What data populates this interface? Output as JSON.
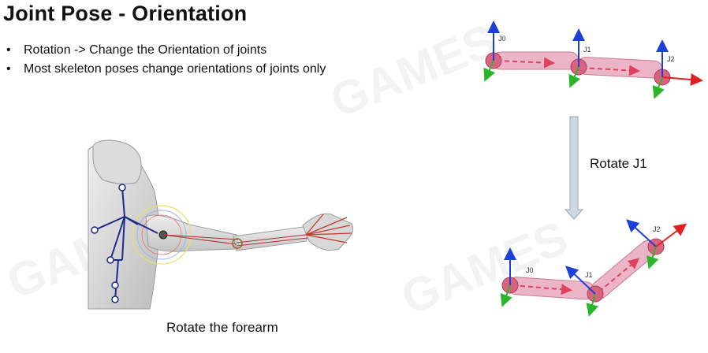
{
  "slide": {
    "title": "Joint Pose - Orientation",
    "bullets": [
      "Rotation -> Change the Orientation of joints",
      "Most skeleton poses change orientations of joints only"
    ],
    "caption_left": "Rotate the forearm",
    "caption_mid": "Rotate J1",
    "watermark": "GAMES"
  },
  "joint_labels": {
    "top": [
      "J0",
      "J1",
      "J2"
    ],
    "bottom": [
      "J0",
      "J1",
      "J2"
    ]
  },
  "colors": {
    "bone_fill": "#e9a7bd",
    "joint_fill": "#d9637f",
    "axis_x": "#e02020",
    "axis_y": "#1b3fd8",
    "axis_z": "#2bb52b",
    "arrow_fill": "#cfd7e3",
    "arrow_stroke": "#9aa6b8"
  }
}
